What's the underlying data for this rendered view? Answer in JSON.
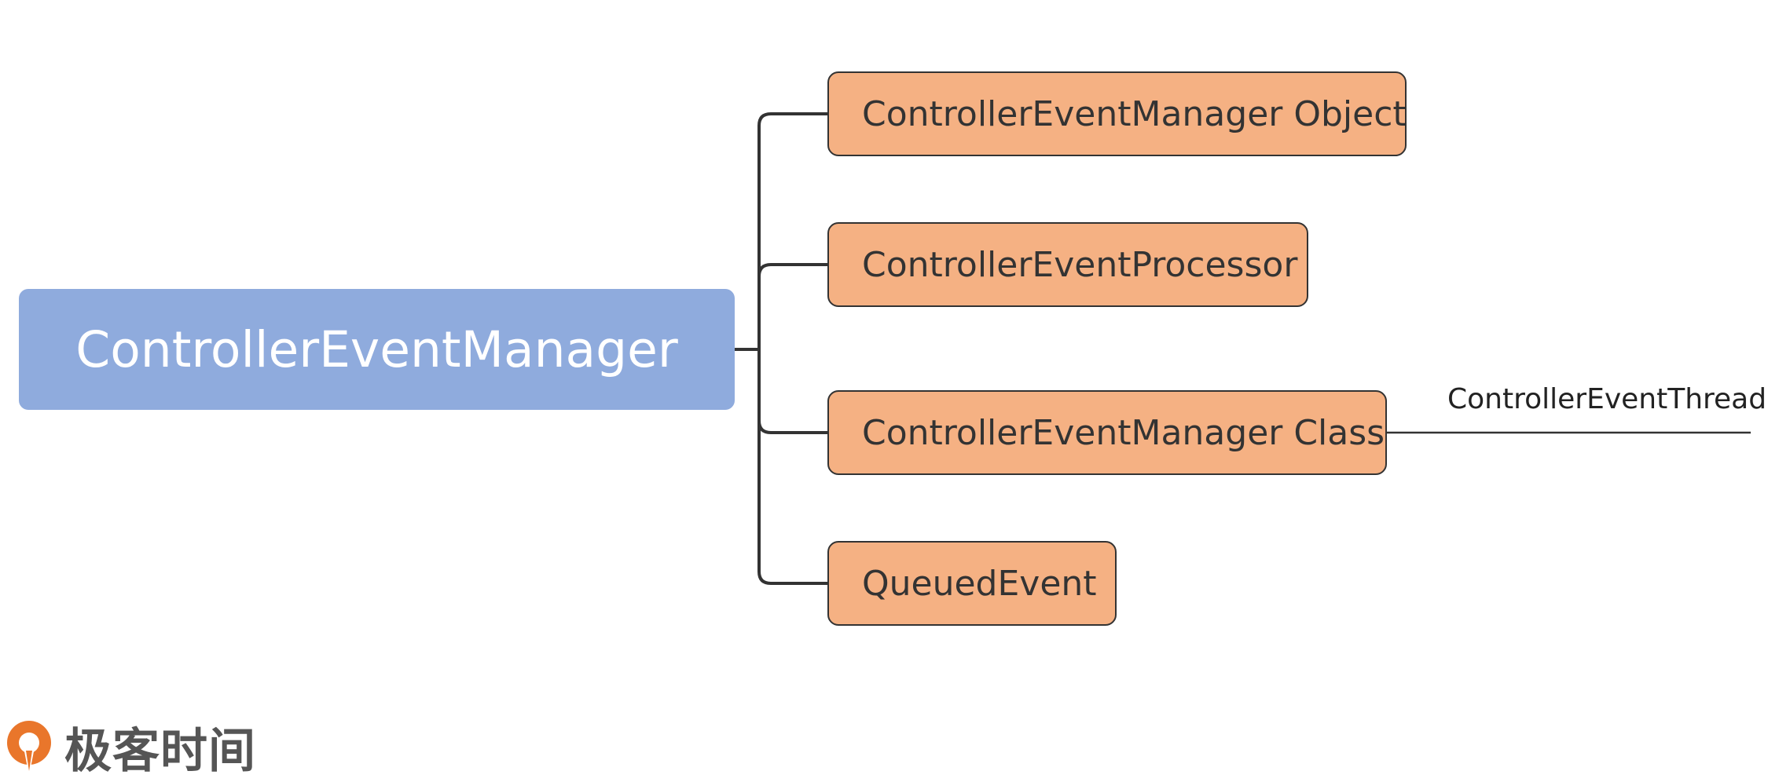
{
  "diagram": {
    "root": {
      "label": "ControllerEventManager"
    },
    "children": [
      {
        "label": "ControllerEventManager Object"
      },
      {
        "label": "ControllerEventProcessor"
      },
      {
        "label": "ControllerEventManager Class",
        "leaf": "ControllerEventThread"
      },
      {
        "label": "QueuedEvent"
      }
    ]
  },
  "logo": {
    "text": "极客时间"
  },
  "colors": {
    "root_fill": "#8fabdd",
    "child_fill": "#f5b183",
    "connector": "#333333",
    "logo_orange": "#e9762b",
    "logo_text": "#555555"
  }
}
